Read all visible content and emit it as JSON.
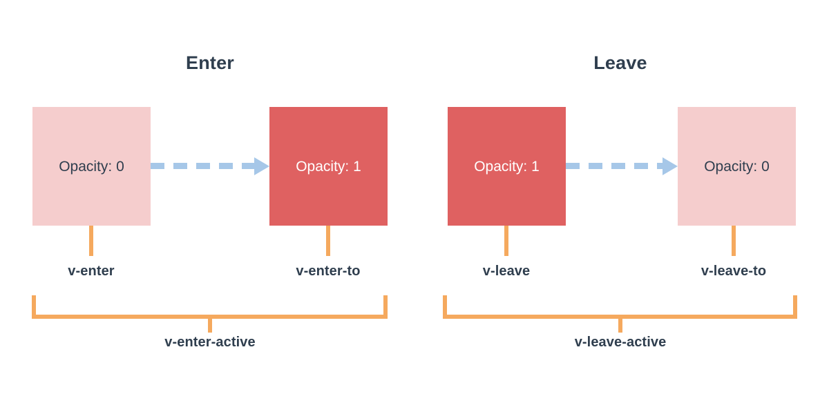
{
  "diagram": {
    "background_color": "#FFFFFF",
    "colors": {
      "faded_box": "#F5CDCD",
      "solid_box": "#DF6161",
      "arrow": "#A6C7E8",
      "bracket": "#F5A95E",
      "text": "#2F3E4E",
      "inverse_text": "#FFFFFF"
    }
  },
  "panels": [
    {
      "id": "enter",
      "title": "Enter",
      "start_box": {
        "label": "Opacity: 0",
        "style": "faded",
        "caption": "v-enter"
      },
      "end_box": {
        "label": "Opacity: 1",
        "style": "solid",
        "caption": "v-enter-to"
      },
      "arrow": {
        "style": "dashed",
        "direction": "right"
      },
      "bracket_caption": "v-enter-active"
    },
    {
      "id": "leave",
      "title": "Leave",
      "start_box": {
        "label": "Opacity: 1",
        "style": "solid",
        "caption": "v-leave"
      },
      "end_box": {
        "label": "Opacity: 0",
        "style": "faded",
        "caption": "v-leave-to"
      },
      "arrow": {
        "style": "dashed",
        "direction": "right"
      },
      "bracket_caption": "v-leave-active"
    }
  ]
}
